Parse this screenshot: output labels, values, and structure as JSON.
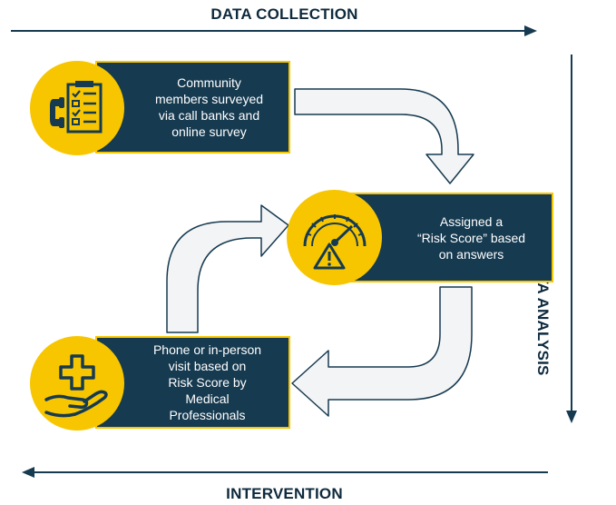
{
  "labels": {
    "top": "DATA COLLECTION",
    "right": "DATA ANALYSIS",
    "bottom": "INTERVENTION"
  },
  "steps": [
    {
      "icon": "phone-checklist-icon",
      "lines": [
        "Community",
        "members surveyed",
        "via call banks and",
        "online survey"
      ]
    },
    {
      "icon": "risk-gauge-icon",
      "lines": [
        "Assigned a",
        "“Risk Score” based",
        "on answers"
      ]
    },
    {
      "icon": "medical-hand-icon",
      "lines": [
        "Phone or in-person",
        "visit based on",
        "Risk Score by",
        "Medical",
        "Professionals"
      ]
    }
  ],
  "colors": {
    "navy": "#163a50",
    "gold": "#f7c600",
    "arrow_fill": "#f3f4f5",
    "arrow_stroke": "#163a50"
  }
}
